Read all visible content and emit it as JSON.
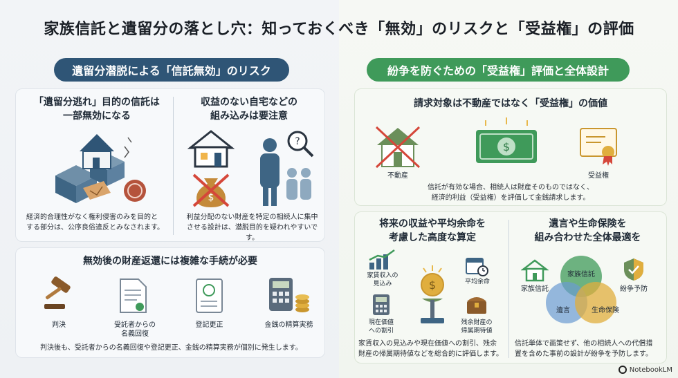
{
  "title": "家族信託と遺留分の落とし穴：知っておくべき「無効」のリスクと「受益権」の評価",
  "left": {
    "pill": "遺留分潜脱による「信託無効」のリスク",
    "block1": {
      "heading_line1": "「遺留分逃れ」目的の信託は",
      "heading_line2": "一部無効になる",
      "body_line1": "経済的合理性がなく権利侵害のみを目的と",
      "body_line2": "する部分は、公序良俗違反とみなされます。"
    },
    "block2": {
      "heading_line1": "収益のない自宅などの",
      "heading_line2": "組み込みは要注意",
      "body_line1": "利益分配のない財産を特定の相続人に集中",
      "body_line2": "させる設計は、潜脱目的を疑われやすいです。"
    },
    "block3": {
      "heading": "無効後の財産返還には複雑な手続が必要",
      "items": [
        {
          "label_line1": "判決",
          "label_line2": ""
        },
        {
          "label_line1": "受託者からの",
          "label_line2": "名義回復"
        },
        {
          "label_line1": "登記更正",
          "label_line2": ""
        },
        {
          "label_line1": "金銭の精算実務",
          "label_line2": ""
        }
      ],
      "body": "判決後も、受託者からの名義回復や登記更正、金銭の精算実務が個別に発生します。"
    }
  },
  "right": {
    "pill": "紛争を防ぐための「受益権」評価と全体設計",
    "block1": {
      "heading": "請求対象は不動産ではなく「受益権」の価値",
      "real_estate_label": "不動産",
      "beneficial_label": "受益権",
      "body_line1": "信託が有効な場合、相続人は財産そのものではなく、",
      "body_line2": "経済的利益（受益権）を評価して金銭請求します。"
    },
    "block2": {
      "heading_line1": "将来の収益や平均余命を",
      "heading_line2": "考慮した高度な算定",
      "rent_line1": "家賃収入の",
      "rent_line2": "見込み",
      "life_label": "平均余命",
      "pv_line1": "現在価値",
      "pv_line2": "への割引",
      "residual_line1": "残余財産の",
      "residual_line2": "帰属期待値",
      "body_line1": "家賃収入の見込みや現在価値への割引、残余",
      "body_line2": "財産の帰属期待値などを総合的に評価します。"
    },
    "block3": {
      "heading_line1": "遺言や生命保険を",
      "heading_line2": "組み合わせた全体最適を",
      "family_trust": "家族信託",
      "dispute": "紛争予防",
      "venn_top": "家族信託",
      "venn_left": "遺言",
      "venn_right": "生命保険",
      "body_line1": "信託単体で画策せず、他の相続人への代償措",
      "body_line2": "置を含めた事前の設計が紛争を予防します。"
    }
  },
  "footer": {
    "brand": "NotebookLM"
  }
}
